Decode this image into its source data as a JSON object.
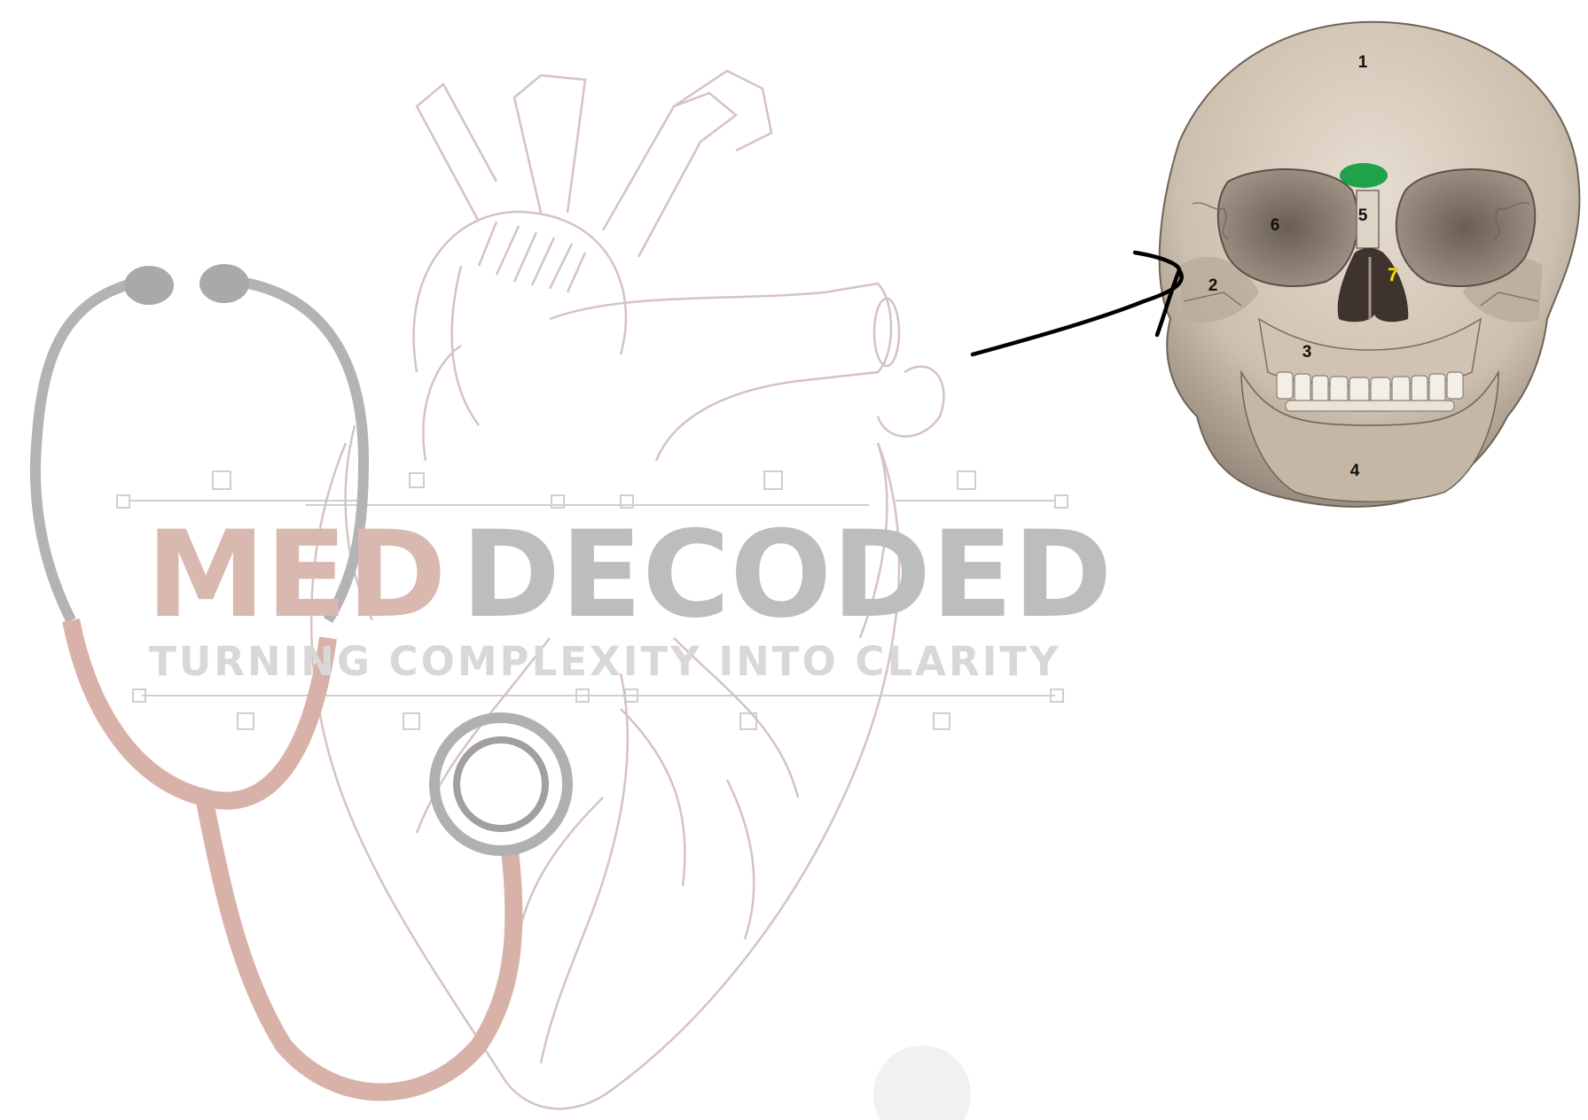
{
  "watermark": {
    "brand_part1": "MED",
    "brand_part2": "DECODED",
    "tagline": "TURNING COMPLEXITY INTO CLARITY",
    "colors": {
      "heart_lines": "#c9aeb0",
      "stethoscope_tube": "#d8b1a8",
      "stethoscope_gray": "#b3b3b3",
      "brand_part1": "#d9b8b0",
      "brand_part2": "#bdbdbd",
      "tagline": "#d8d8d8"
    }
  },
  "skull_figure": {
    "labels": [
      {
        "id": "1",
        "text": "1",
        "color": "#111111"
      },
      {
        "id": "2",
        "text": "2",
        "color": "#111111"
      },
      {
        "id": "3",
        "text": "3",
        "color": "#111111"
      },
      {
        "id": "4",
        "text": "4",
        "color": "#111111"
      },
      {
        "id": "5",
        "text": "5",
        "color": "#111111"
      },
      {
        "id": "6",
        "text": "6",
        "color": "#111111"
      },
      {
        "id": "7",
        "text": "7",
        "color": "#f2e600"
      }
    ],
    "highlight_color": "#1fa34a",
    "bone_color": "#d9cfc2"
  },
  "arrow": {
    "color": "#000000"
  }
}
